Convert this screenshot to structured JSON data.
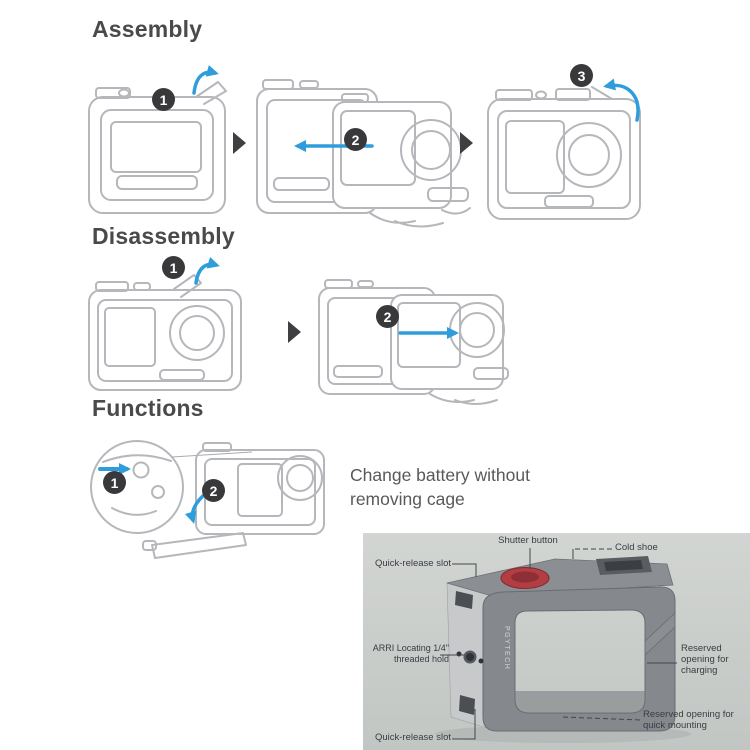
{
  "sections": {
    "assembly": {
      "title": "Assembly",
      "steps": [
        "1",
        "2",
        "3"
      ]
    },
    "disassembly": {
      "title": "Disassembly",
      "steps": [
        "1",
        "2"
      ]
    },
    "functions": {
      "title": "Functions",
      "steps": [
        "1",
        "2"
      ],
      "note": "Change battery without removing cage"
    }
  },
  "photo": {
    "brand": "PGYTECH",
    "labels": {
      "shutter_button": "Shutter button",
      "cold_shoe": "Cold shoe",
      "quick_release_top": "Quick-release slot",
      "arri_locating": "ARRI Locating 1/4\" threaded hold",
      "reserved_charging": "Reserved opening for charging",
      "reserved_quick_mounting": "Reserved opening for quick mounting",
      "quick_release_bottom": "Quick-release slot"
    }
  },
  "colors": {
    "accent_blue": "#2f9ddb",
    "badge_bg": "#39393b",
    "heading_text": "#4a4a4c",
    "note_text": "#58595b",
    "photo_background": "#c9cdc9",
    "shutter_button_red": "#b23d43"
  }
}
